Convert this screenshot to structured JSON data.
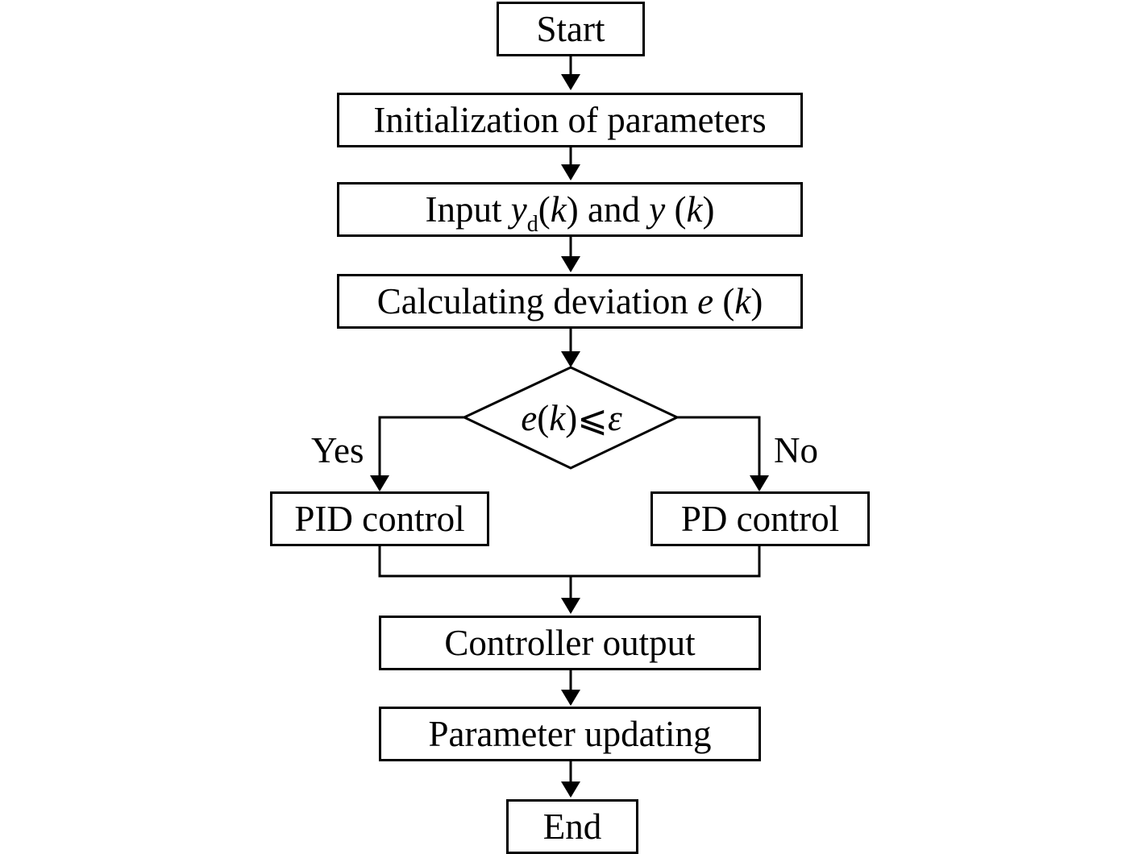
{
  "nodes": {
    "start": "Start",
    "init": "Initialization of parameters",
    "input": {
      "prefix": "Input ",
      "var1": "y",
      "var1_sub": "d",
      "arg1": "(k)",
      "mid": " and ",
      "var2": "y",
      "arg2": " (k)"
    },
    "calc": {
      "prefix": "Calculating deviation ",
      "var": "e",
      "arg": " (k)"
    },
    "decision": {
      "var": "e",
      "arg": " (k)",
      "op": "⩽",
      "eps": "ε"
    },
    "pid": "PID control",
    "pd": "PD control",
    "output": "Controller output",
    "update": "Parameter updating",
    "end": "End"
  },
  "branches": {
    "yes": "Yes",
    "no": "No"
  }
}
